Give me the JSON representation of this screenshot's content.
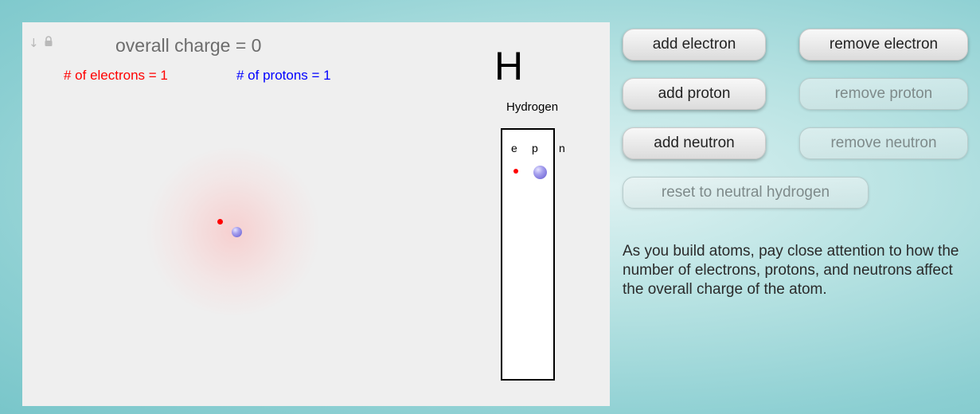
{
  "toolbar": {
    "icons": [
      "pin-icon",
      "lock-icon"
    ]
  },
  "status": {
    "charge": "overall charge = 0",
    "electrons": "# of electrons = 1",
    "protons": "# of protons = 1"
  },
  "element": {
    "symbol": "H",
    "name": "Hydrogen"
  },
  "bucket": {
    "headers": [
      "e",
      "p",
      "n"
    ]
  },
  "buttons": {
    "add_electron": "add electron",
    "remove_electron": "remove electron",
    "add_proton": "add proton",
    "remove_proton": "remove proton",
    "add_neutron": "add neutron",
    "remove_neutron": "remove neutron",
    "reset": "reset to neutral hydrogen"
  },
  "instructions": "As you build atoms, pay close attention to how the number of electrons, protons, and neutrons affect the overall charge of the atom.",
  "colors": {
    "electron": "#ff0000",
    "proton_label": "#0000ff",
    "proton": "#7d74dc",
    "background": "#8ccfd2"
  }
}
